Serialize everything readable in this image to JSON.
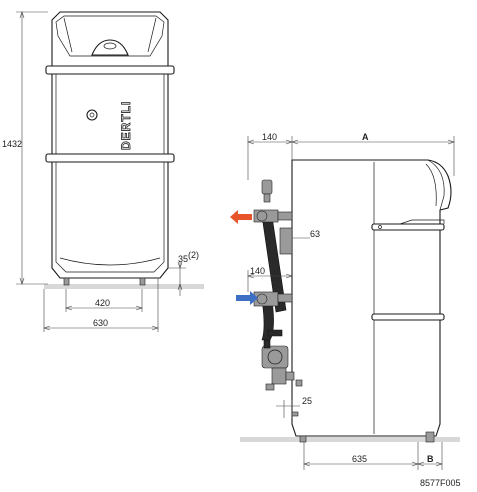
{
  "labels": {
    "dim_1432": "1432",
    "dim_35": "35",
    "dim_35_note": "(2)",
    "dim_420": "420",
    "dim_630": "630",
    "dim_140_top": "140",
    "dim_A": "A",
    "dim_63": "63",
    "dim_140_mid": "140",
    "dim_25": "25",
    "dim_635": "635",
    "dim_B": "B",
    "reference": "8577F005",
    "logo": "DERTLI"
  },
  "colors": {
    "outlet_arrow": "#e8542a",
    "inlet_arrow": "#3d6fc4"
  },
  "icons": {
    "outlet_arrow": "arrow-left-icon",
    "inlet_arrow": "arrow-right-icon"
  }
}
